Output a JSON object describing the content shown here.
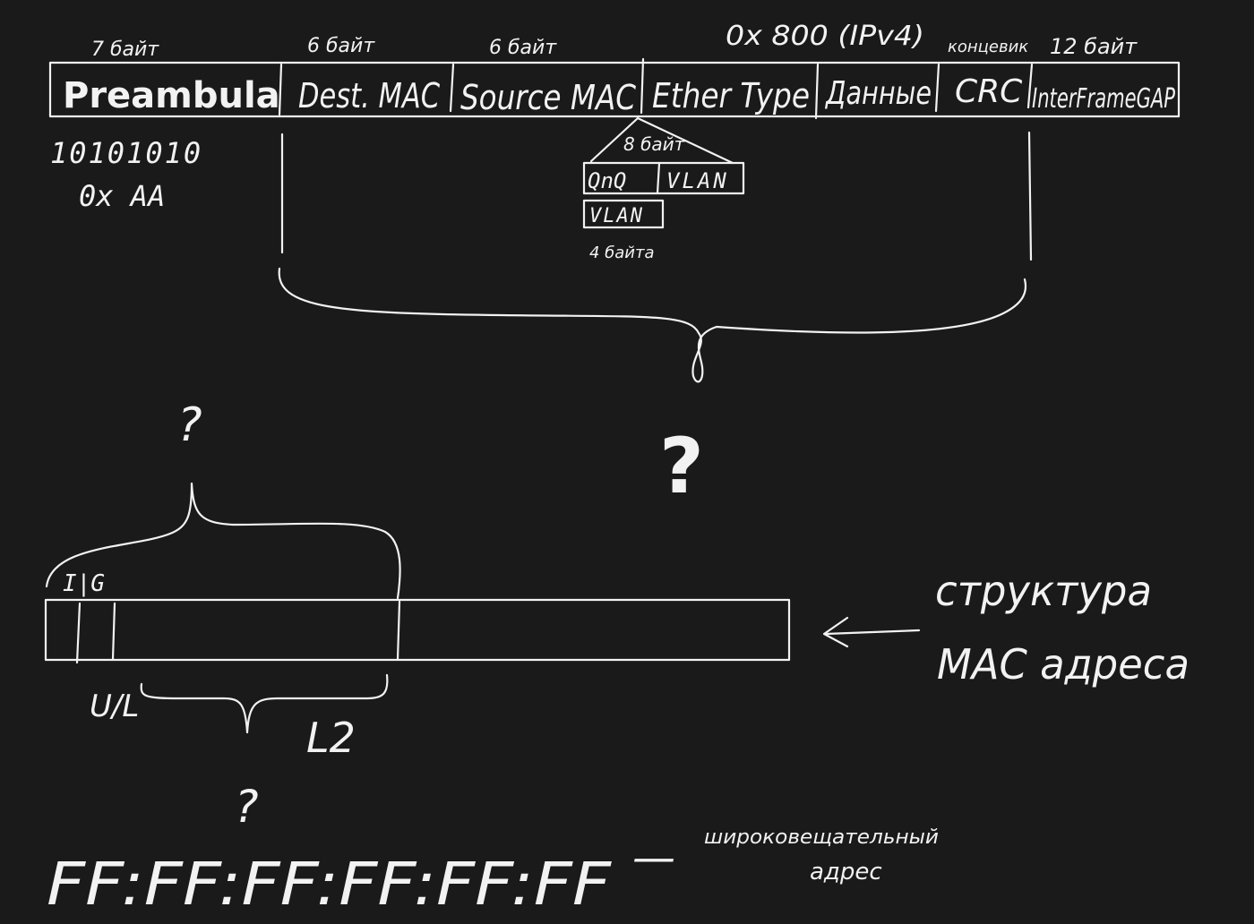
{
  "frame": {
    "fields": [
      {
        "name": "Preambula",
        "size": "7 байт"
      },
      {
        "name": "Dest. MAC",
        "size": "6 байт"
      },
      {
        "name": "Source MAC",
        "size": "6 байт"
      },
      {
        "name": "Ether Type",
        "size": "0x 800 (IPv4)"
      },
      {
        "name": "Данные",
        "size": ""
      },
      {
        "name": "CRC",
        "size": "концевик"
      },
      {
        "name": "InterFrameGAP",
        "size": "12 байт"
      }
    ],
    "preamble_bits": "10101010",
    "preamble_hex": "0x AA",
    "tag_size_8": "8 байт",
    "tag_qnq": "QnQ",
    "tag_vlan": "VLAN",
    "tag_vlan_single": "VLAN",
    "tag_size_4": "4 байта",
    "question_mark": "?"
  },
  "mac": {
    "ig_label": "I|G",
    "ul_label": "U/L",
    "l2_label": "L2",
    "question_top": "?",
    "question_bottom": "?",
    "struct_line1": "структура",
    "struct_line2": "MAC адреса",
    "broadcast_addr": "FF:FF:FF:FF:FF:FF",
    "broadcast_dash": "—",
    "broadcast_line1": "широковещательный",
    "broadcast_line2": "адрес"
  }
}
